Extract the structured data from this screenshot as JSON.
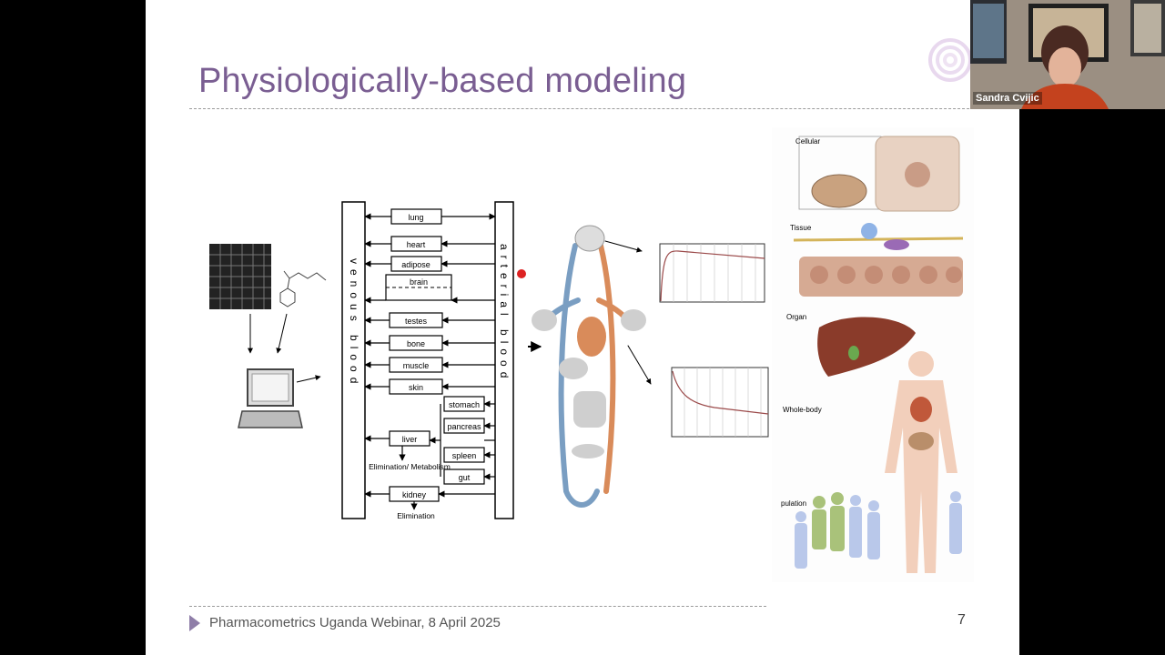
{
  "slide": {
    "title": "Physiologically-based modeling",
    "footer": "Pharmacometrics Uganda Webinar, 8 April 2025",
    "page_number": "7"
  },
  "diagram": {
    "venous_label": "venous blood",
    "arterial_label": "arterial blood",
    "organs": [
      "lung",
      "heart",
      "adipose",
      "brain",
      "testes",
      "bone",
      "muscle",
      "skin",
      "liver",
      "kidney"
    ],
    "gut_organs": [
      "stomach",
      "pancreas",
      "spleen",
      "gut"
    ],
    "elimination_metabolism": "Elimination/ Metabolism",
    "elimination": "Elimination"
  },
  "scale_panel": {
    "levels": [
      "Cellular",
      "Tissue",
      "Organ",
      "Whole-body",
      "pulation"
    ]
  },
  "webcam": {
    "participant_name": "Sandra Cvijic"
  },
  "colors": {
    "title": "#7a5e92",
    "accent": "#8f7ea8"
  }
}
